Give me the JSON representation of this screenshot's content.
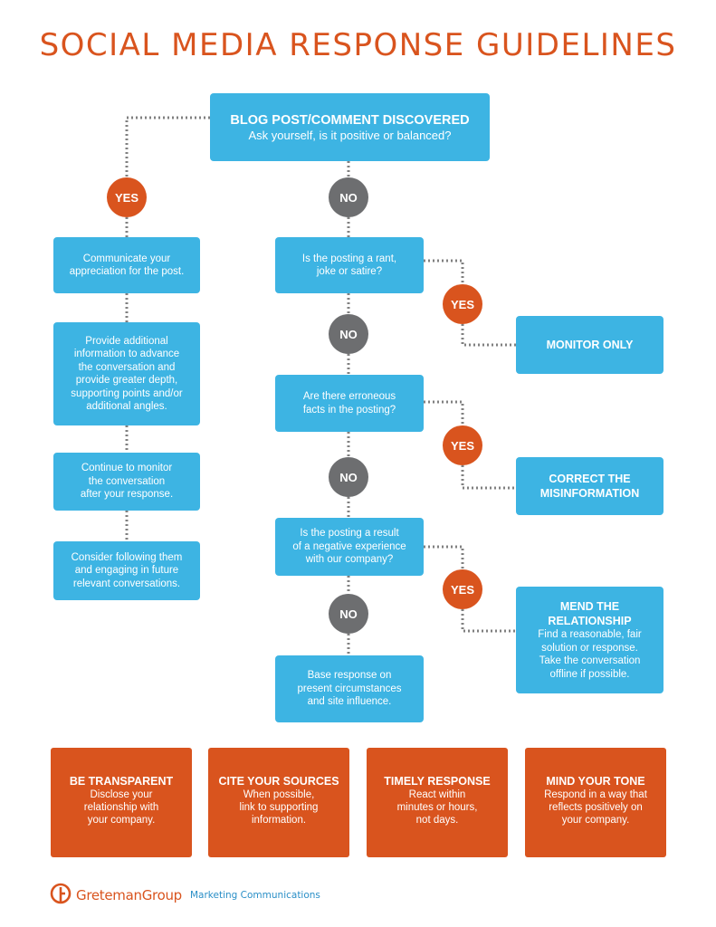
{
  "title": "SOCIAL MEDIA RESPONSE GUIDELINES",
  "start": {
    "title": "BLOG POST/COMMENT DISCOVERED",
    "text": "Ask yourself, is it positive or balanced?"
  },
  "labels": {
    "yes": "YES",
    "no": "NO"
  },
  "left_steps": [
    "Communicate your\nappreciation for the post.",
    "Provide additional\ninformation to advance\nthe conversation and\nprovide greater depth,\nsupporting points and/or\nadditional angles.",
    "Continue to monitor\nthe conversation\nafter your response.",
    "Consider following them\nand engaging in future\nrelevant conversations."
  ],
  "questions": [
    "Is the posting a rant,\njoke or satire?",
    "Are there erroneous\nfacts in the posting?",
    "Is the posting a result\nof a negative experience\nwith our company?"
  ],
  "final_step": "Base response on\npresent circumstances\nand site influence.",
  "outcomes": [
    {
      "title": "MONITOR ONLY",
      "text": ""
    },
    {
      "title": "CORRECT THE\nMISINFORMATION",
      "text": ""
    },
    {
      "title": "MEND THE\nRELATIONSHIP",
      "text": "Find a reasonable, fair\nsolution or response.\nTake the conversation\noffline if possible."
    }
  ],
  "principles": [
    {
      "title": "BE TRANSPARENT",
      "text": "Disclose your\nrelationship with\nyour company."
    },
    {
      "title": "CITE YOUR SOURCES",
      "text": "When possible,\nlink to supporting\ninformation."
    },
    {
      "title": "TIMELY RESPONSE",
      "text": "React within\nminutes or hours,\nnot days."
    },
    {
      "title": "MIND YOUR TONE",
      "text": "Respond in a way that\nreflects positively on\nyour company."
    }
  ],
  "footer": {
    "brand": "GretemanGroup",
    "tagline": "Marketing Communications"
  },
  "colors": {
    "blue": "#3db4e3",
    "orange": "#d9541e",
    "gray": "#6d6e70",
    "connector": "#808080"
  }
}
